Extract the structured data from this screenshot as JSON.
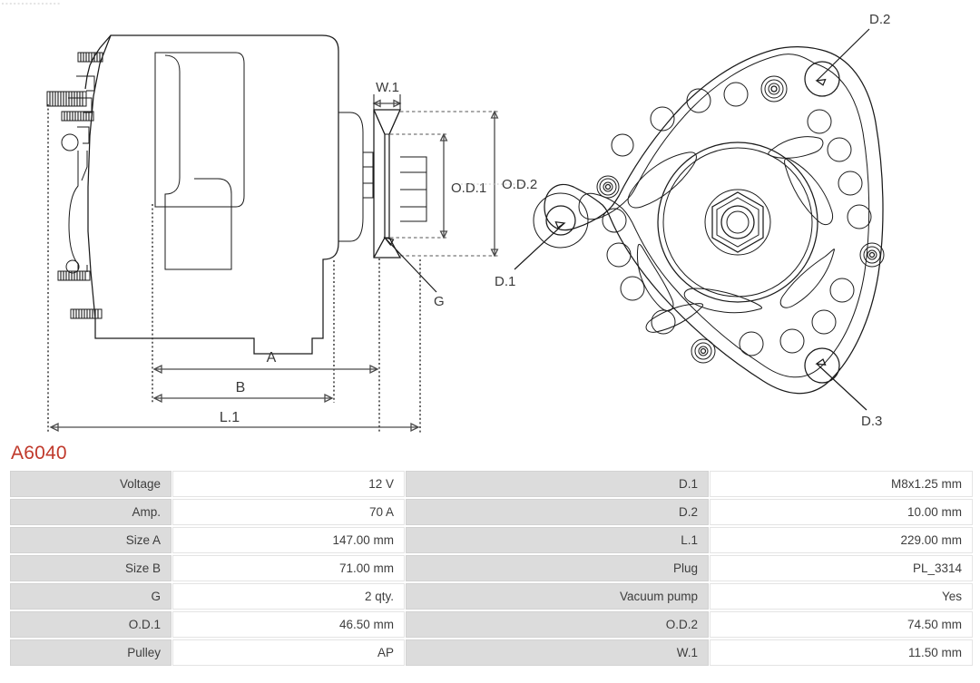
{
  "part": {
    "code": "A6040",
    "code_color": "#c0392b"
  },
  "drawing": {
    "side_view": {
      "name": "alternator-side-view",
      "labels": {
        "w1": "W.1",
        "od1": "O.D.1",
        "od2": "O.D.2",
        "g": "G",
        "a": "A",
        "b": "B",
        "l1": "L.1"
      }
    },
    "front_view": {
      "name": "alternator-front-view",
      "labels": {
        "d1": "D.1",
        "d2": "D.2",
        "d3": "D.3"
      }
    }
  },
  "table": {
    "columns": [
      "label",
      "value",
      "label",
      "value"
    ],
    "rows": [
      {
        "label_left": "Voltage",
        "value_left": "12 V",
        "label_right": "D.1",
        "value_right": "M8x1.25 mm"
      },
      {
        "label_left": "Amp.",
        "value_left": "70 A",
        "label_right": "D.2",
        "value_right": "10.00 mm"
      },
      {
        "label_left": "Size A",
        "value_left": "147.00 mm",
        "label_right": "L.1",
        "value_right": "229.00 mm"
      },
      {
        "label_left": "Size B",
        "value_left": "71.00 mm",
        "label_right": "Plug",
        "value_right": "PL_3314"
      },
      {
        "label_left": "G",
        "value_left": "2 qty.",
        "label_right": "Vacuum pump",
        "value_right": "Yes"
      },
      {
        "label_left": "O.D.1",
        "value_left": "46.50 mm",
        "label_right": "O.D.2",
        "value_right": "74.50 mm"
      },
      {
        "label_left": "Pulley",
        "value_left": "AP",
        "label_right": "W.1",
        "value_right": "11.50 mm"
      }
    ]
  }
}
